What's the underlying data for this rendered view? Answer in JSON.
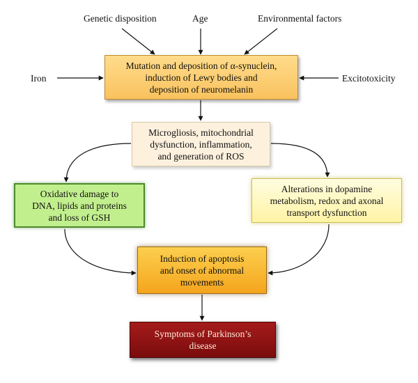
{
  "inputs": {
    "genetic": "Genetic disposition",
    "age": "Age",
    "environmental": "Environmental factors",
    "iron": "Iron",
    "excitotoxicity": "Excitotoxicity"
  },
  "boxes": {
    "mutation": "Mutation and deposition of α-synuclein,\ninduction of Lewy bodies and\ndeposition of neuromelanin",
    "microgliosis": "Microgliosis, mitochondrial\ndysfunction, inflammation,\nand generation of  ROS",
    "oxidative": "Oxidative damage to\nDNA, lipids and proteins\nand loss of GSH",
    "dopamine": "Alterations in dopamine\nmetabolism, redox and axonal\ntransport  dysfunction",
    "apoptosis": "Induction of apoptosis\nand onset of abnormal\nmovements",
    "symptoms": "Symptoms of Parkinson’s\ndisease"
  },
  "colors": {
    "mutation_fill": "#f9c25e",
    "microgliosis_fill": "#fdf1de",
    "oxidative_fill": "#c2ef8e",
    "dopamine_fill": "#fff3a5",
    "apoptosis_fill": "#f5a51d",
    "symptoms_fill": "#8f1212",
    "arrow": "#111111"
  }
}
